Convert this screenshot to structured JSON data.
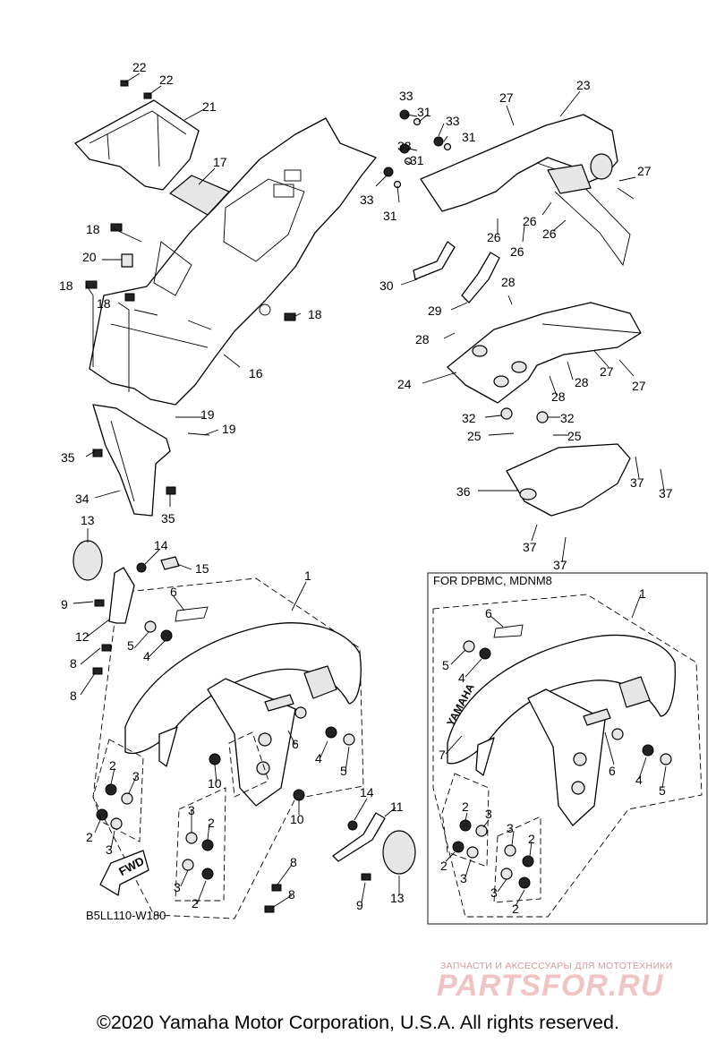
{
  "diagram": {
    "code": "B5LL110-W180",
    "variant_label": "FOR DPBMC, MDNM8",
    "direction_label": "FWD",
    "copyright": "©2020 Yamaha Motor Corporation, U.S.A. All rights reserved.",
    "watermark": {
      "tagline": "ЗАПЧАСТИ И АКСЕССУАРЫ ДЛЯ МОТОТЕХНИКИ",
      "brand": "PARTSFOR.RU"
    },
    "callouts": {
      "c22a": "22",
      "c22b": "22",
      "c21": "21",
      "c17": "17",
      "c18a": "18",
      "c20": "20",
      "c18b": "18",
      "c18c": "18",
      "c18d": "18",
      "c16": "16",
      "c19a": "19",
      "c19b": "19",
      "c35a": "35",
      "c34": "34",
      "c35b": "35",
      "c33a": "33",
      "c31a": "31",
      "c33b": "33",
      "c31b": "31",
      "c33c": "33",
      "c31c": "31",
      "c33d": "33",
      "c31d": "31",
      "c27a": "27",
      "c23": "23",
      "c27b": "27",
      "c26a": "26",
      "c26b": "26",
      "c26c": "26",
      "c26d": "26",
      "c30": "30",
      "c29": "29",
      "c28a": "28",
      "c28b": "28",
      "c24": "24",
      "c28c": "28",
      "c28d": "28",
      "c27c": "27",
      "c27d": "27",
      "c32a": "32",
      "c32b": "32",
      "c25a": "25",
      "c25b": "25",
      "c36": "36",
      "c37a": "37",
      "c37b": "37",
      "c37c": "37",
      "c37d": "37",
      "c13a": "13",
      "c14a": "14",
      "c15": "15",
      "c9a": "9",
      "c12": "12",
      "c1a": "1",
      "c6a": "6",
      "c5a": "5",
      "c4a": "4",
      "c8a": "8",
      "c8b": "8",
      "c6b": "6",
      "c4b": "4",
      "c5b": "5",
      "c2a": "2",
      "c3a": "3",
      "c2b": "2",
      "c3b": "3",
      "c10a": "10",
      "c10b": "10",
      "c3c": "3",
      "c2c": "2",
      "c3d": "3",
      "c2d": "2",
      "c14b": "14",
      "c11": "11",
      "c8c": "8",
      "c8d": "8",
      "c9b": "9",
      "c13b": "13",
      "c1b": "1",
      "c6c": "6",
      "c5c": "5",
      "c4c": "4",
      "c7": "7",
      "c6d": "6",
      "c4d": "4",
      "c5d": "5",
      "c2e": "2",
      "c3e": "3",
      "c2f": "2",
      "c3f": "3",
      "c3g": "3",
      "c2g": "2",
      "c3h": "3",
      "c2h": "2"
    }
  }
}
